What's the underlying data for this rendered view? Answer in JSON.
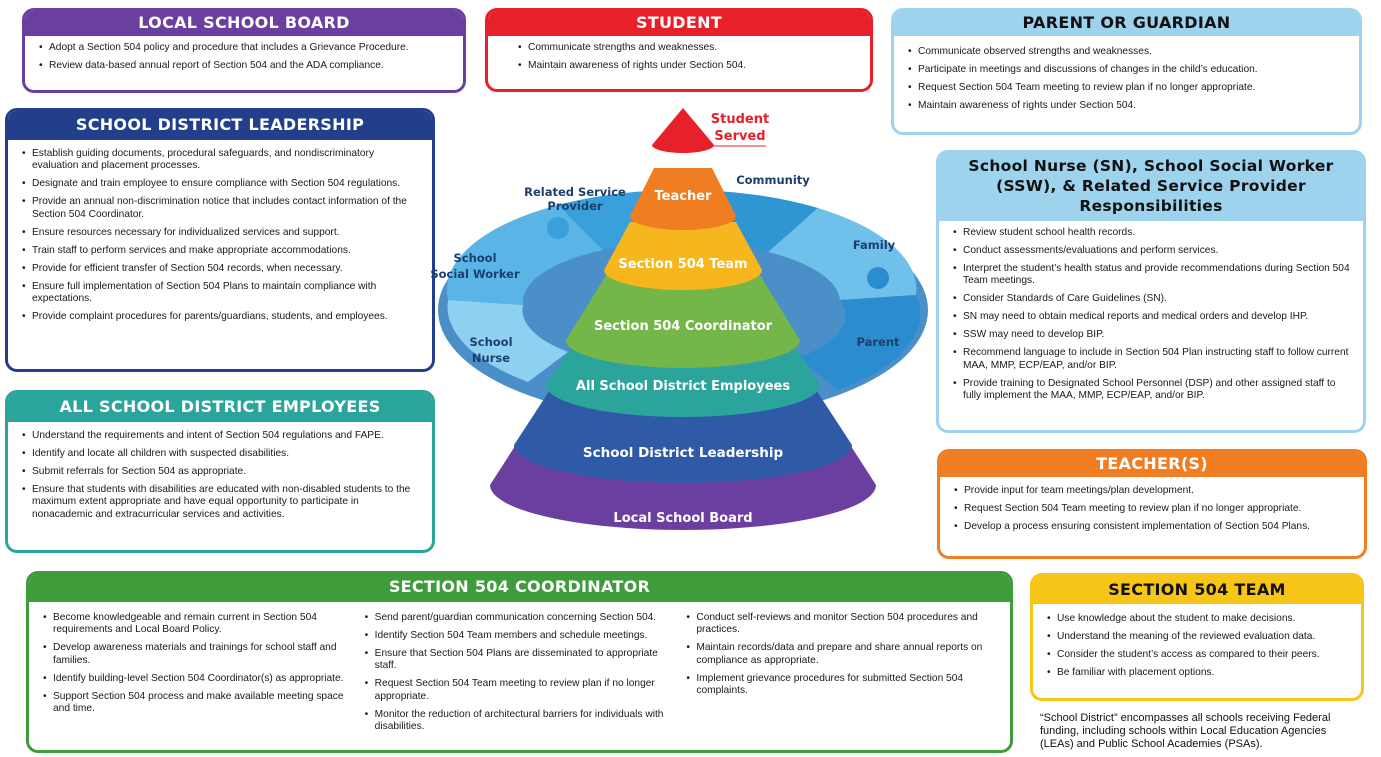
{
  "local_school_board": {
    "title": "LOCAL SCHOOL BOARD",
    "items": [
      "Adopt a Section 504 policy and procedure that includes a Grievance Procedure.",
      "Review data-based annual report of Section 504 and the ADA compliance."
    ]
  },
  "student": {
    "title": "STUDENT",
    "items": [
      "Communicate strengths and weaknesses.",
      "Maintain awareness of rights under Section 504."
    ]
  },
  "parent": {
    "title": "PARENT OR GUARDIAN",
    "items": [
      "Communicate observed strengths and weaknesses.",
      "Participate in meetings and discussions of changes in the child’s education.",
      "Request Section 504 Team meeting to review plan if no longer appropriate.",
      "Maintain awareness of rights under Section 504."
    ]
  },
  "leadership": {
    "title": "SCHOOL DISTRICT LEADERSHIP",
    "items": [
      "Establish guiding documents, procedural safeguards, and nondiscriminatory evaluation and placement processes.",
      "Designate and train employee to ensure compliance with Section 504 regulations.",
      "Provide an annual non-discrimination notice that includes contact information of the Section 504 Coordinator.",
      "Ensure resources necessary for individualized services and support.",
      "Train staff to perform services and make appropriate accommodations.",
      "Provide for efficient transfer of Section 504 records, when necessary.",
      "Ensure full implementation of Section 504 Plans to maintain compliance with expectations.",
      "Provide complaint procedures for parents/guardians, students, and employees."
    ]
  },
  "nurse": {
    "title": "School Nurse (SN), School Social Worker (SSW), & Related Service Provider Responsibilities",
    "items": [
      "Review student school health records.",
      "Conduct assessments/evaluations and perform services.",
      "Interpret the student’s health status and provide recommendations during Section 504 Team meetings.",
      "Consider Standards of Care Guidelines (SN).",
      "SN may need to obtain medical reports and medical orders and develop IHP.",
      "SSW may need to develop BIP.",
      "Recommend language to include in Section 504 Plan instructing staff to follow current MAA, MMP, ECP/EAP, and/or BIP.",
      "Provide training to Designated School Personnel (DSP) and other assigned staff to fully implement the MAA, MMP, ECP/EAP, and/or BIP."
    ]
  },
  "employees": {
    "title": "ALL SCHOOL DISTRICT EMPLOYEES",
    "items": [
      "Understand the requirements and intent of Section 504 regulations and FAPE.",
      "Identify and locate all children with suspected disabilities.",
      "Submit referrals for Section 504 as appropriate.",
      "Ensure that students with disabilities are educated with non-disabled students to the maximum extent appropriate and have equal opportunity to participate in nonacademic and extracurricular services and activities."
    ]
  },
  "teachers": {
    "title": "TEACHER(S)",
    "items": [
      "Provide input for team meetings/plan development.",
      "Request Section 504 Team meeting to review plan if no longer appropriate.",
      "Develop a process ensuring consistent implementation of Section 504 Plans."
    ]
  },
  "coordinator": {
    "title": "SECTION 504 COORDINATOR",
    "col1": [
      "Become knowledgeable and remain current in Section 504 requirements and Local Board Policy.",
      "Develop awareness materials and trainings for school staff and families.",
      "Identify building-level Section 504 Coordinator(s) as appropriate.",
      "Support Section 504 process and make available meeting space and time."
    ],
    "col2": [
      "Send parent/guardian communication concerning Section 504.",
      "Identify Section 504 Team members and schedule meetings.",
      "Ensure that Section 504 Plans are disseminated to appropriate staff.",
      "Request Section 504 Team meeting to review plan if no longer appropriate.",
      "Monitor the reduction of architectural barriers for individuals with disabilities."
    ],
    "col3": [
      "Conduct self-reviews and monitor Section 504 procedures and practices.",
      "Maintain records/data and prepare and share annual reports on compliance as appropriate.",
      "Implement grievance procedures for submitted Section 504 complaints."
    ]
  },
  "team": {
    "title": "SECTION 504 TEAM",
    "items": [
      "Use knowledge about the student to make decisions.",
      "Understand the meaning of the reviewed evaluation data.",
      "Consider the student’s access as compared to their peers.",
      "Be familiar with placement options."
    ]
  },
  "footnote": "“School District” encompasses all schools receiving Federal funding, including schools within Local Education Agencies (LEAs) and Public School Academies (PSAs).",
  "diagram": {
    "student_served": [
      "Student",
      "Served"
    ],
    "layers": [
      "Teacher",
      "Section 504 Team",
      "Section 504 Coordinator",
      "All School District Employees",
      "School District Leadership",
      "Local School Board"
    ],
    "ring_labels": {
      "related_service_provider": [
        "Related Service",
        "Provider"
      ],
      "community": "Community",
      "family": "Family",
      "parent": "Parent",
      "school_social_worker": [
        "School",
        "Social Worker"
      ],
      "school_nurse": [
        "School",
        "Nurse"
      ]
    }
  },
  "colors": {
    "board": "#6b3fa0",
    "student": "#e8202a",
    "parent": "#9ed3ee",
    "leadership": "#233f8b",
    "nurse": "#9ed3ee",
    "employees": "#2ba59c",
    "teachers": "#f07d21",
    "coordinator": "#3f9c3a",
    "team": "#f7c418"
  }
}
